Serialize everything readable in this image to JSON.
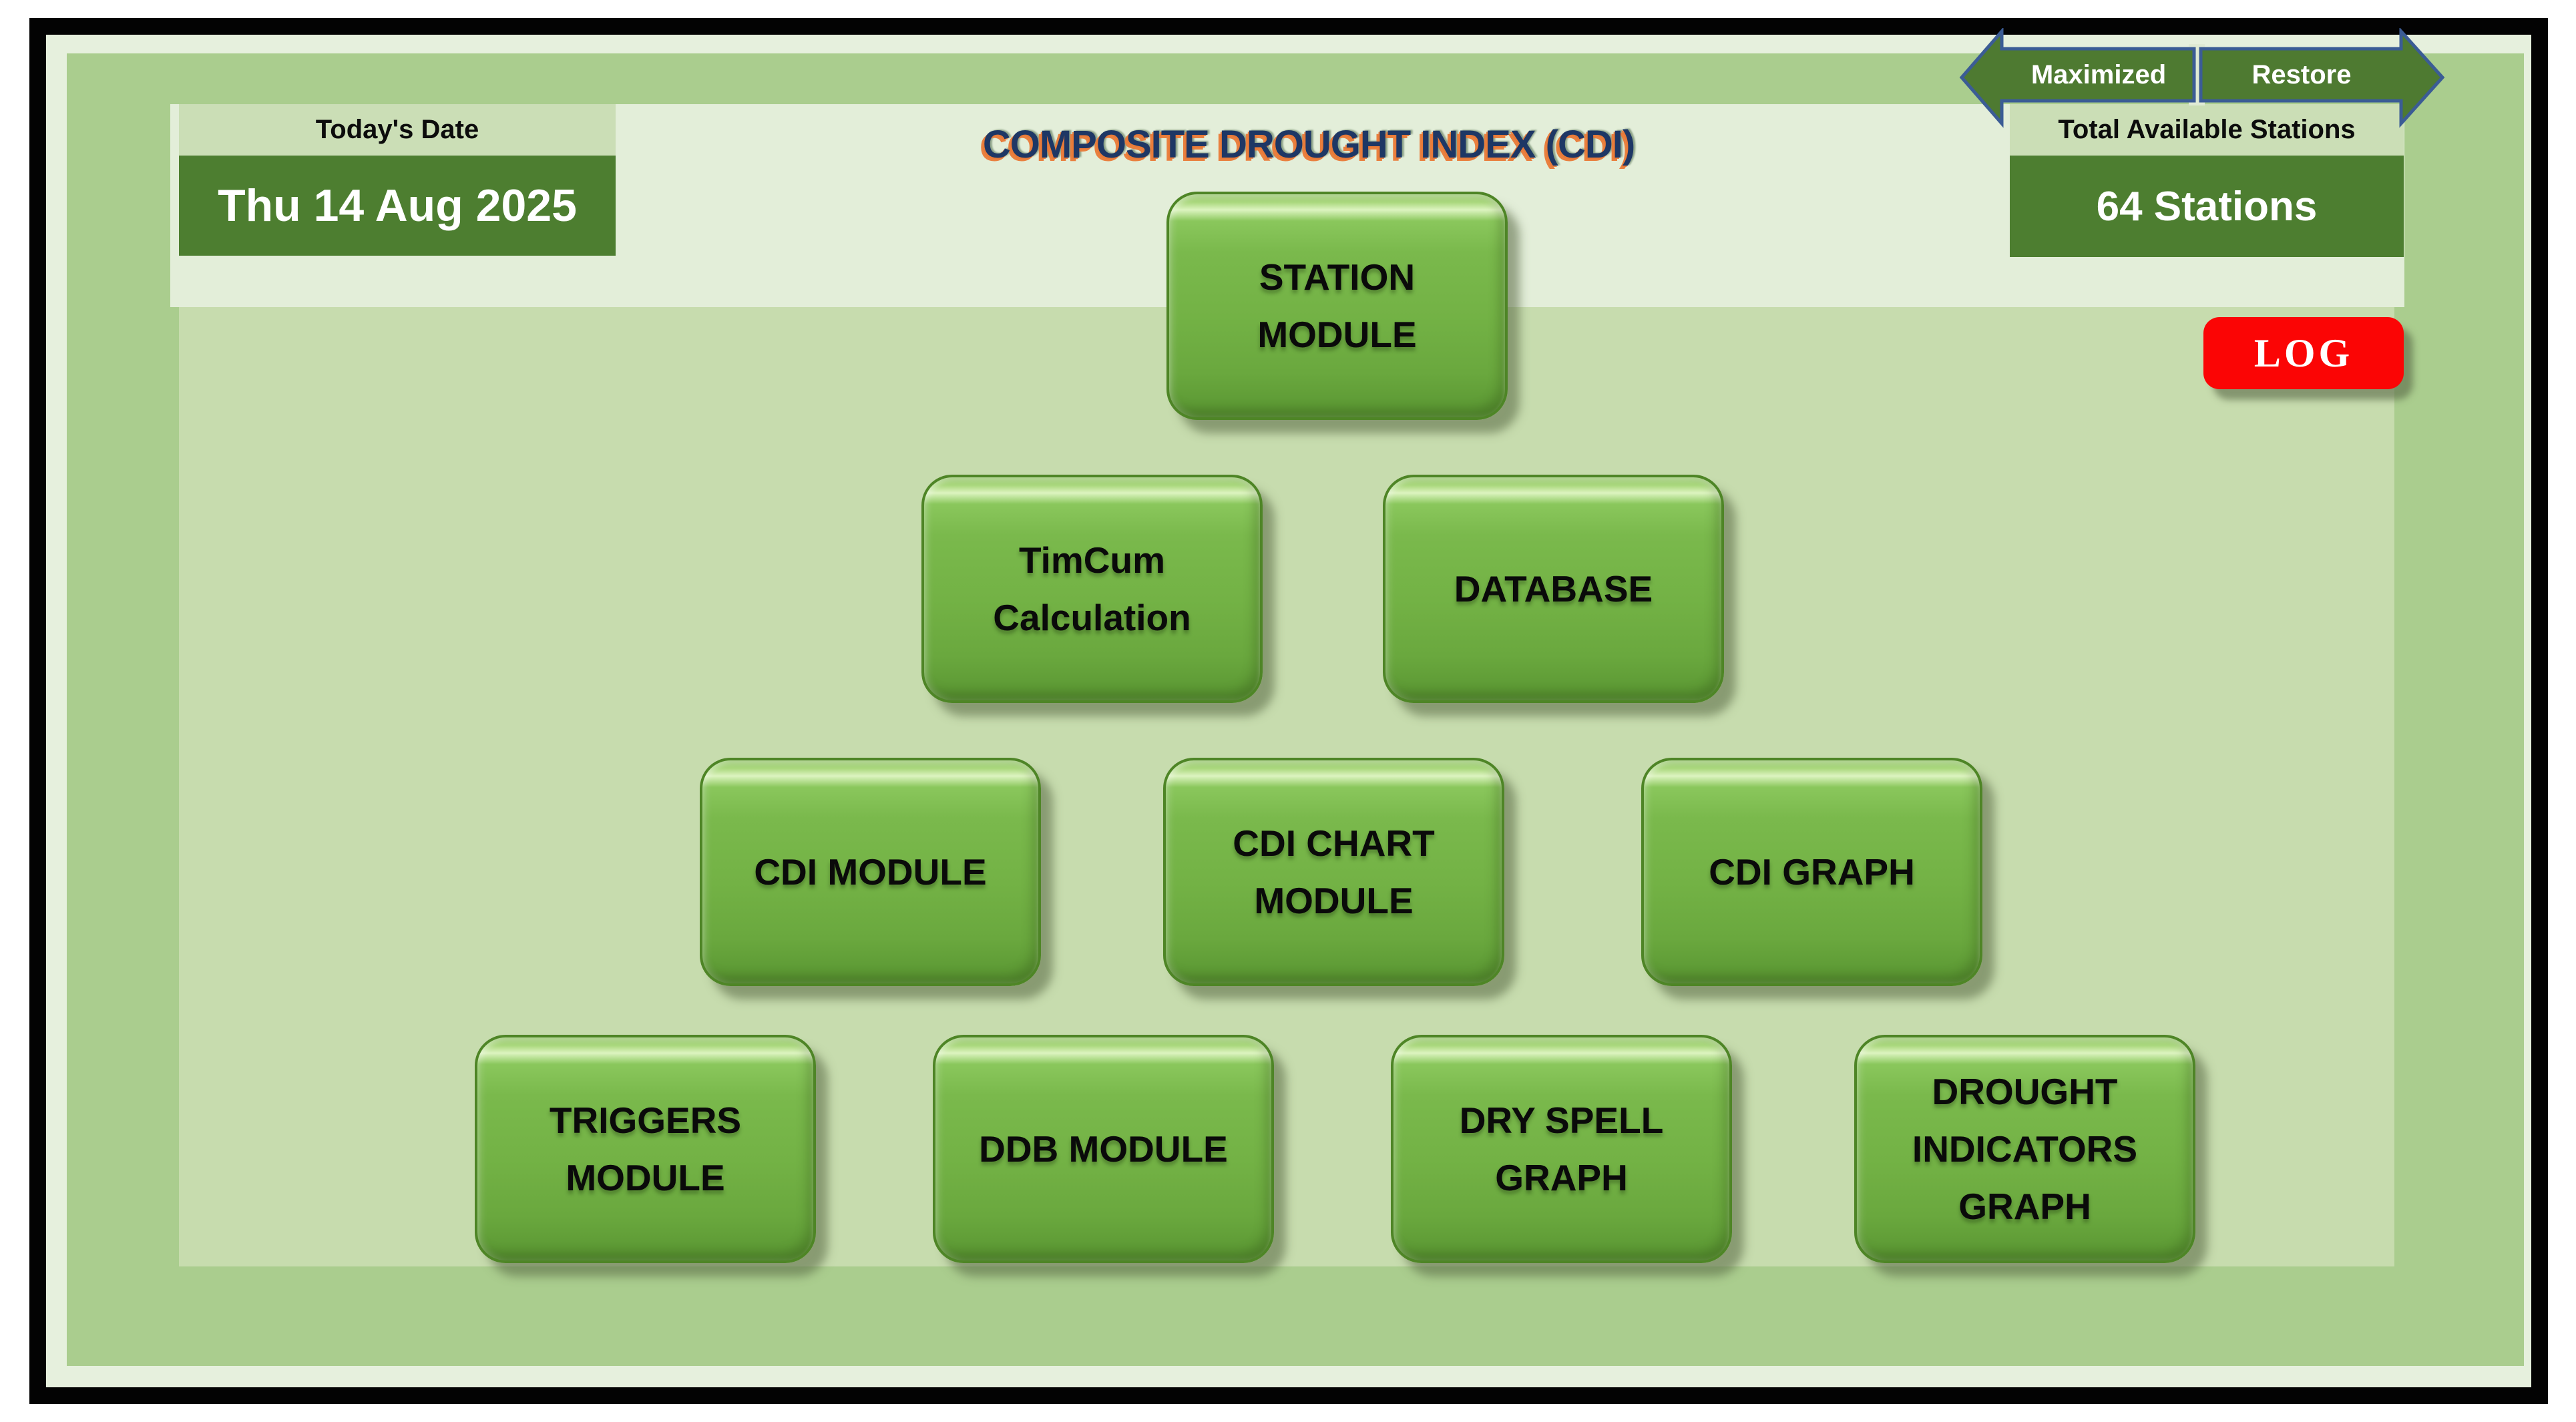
{
  "window": {
    "title": "COMPOSITE DROUGHT INDEX (CDI)"
  },
  "header": {
    "date_label": "Today's Date",
    "date_value": "Thu 14 Aug 2025",
    "stations_label": "Total Available Stations",
    "stations_value": "64 Stations",
    "maximize_label": "Maximized",
    "restore_label": "Restore",
    "log_label": "LOG"
  },
  "buttons": [
    {
      "id": "station-module",
      "label": "STATION\nMODULE"
    },
    {
      "id": "timcum-calculation",
      "label": "TimCum\nCalculation"
    },
    {
      "id": "database",
      "label": "DATABASE"
    },
    {
      "id": "cdi-module",
      "label": "CDI MODULE"
    },
    {
      "id": "cdi-chart-module",
      "label": "CDI CHART\nMODULE"
    },
    {
      "id": "cdi-graph",
      "label": "CDI GRAPH"
    },
    {
      "id": "triggers-module",
      "label": "TRIGGERS\nMODULE"
    },
    {
      "id": "ddb-module",
      "label": "DDB MODULE"
    },
    {
      "id": "dry-spell-graph",
      "label": "DRY SPELL\nGRAPH"
    },
    {
      "id": "drought-indicators-graph",
      "label": "DROUGHT\nINDICATORS\nGRAPH"
    }
  ],
  "colors": {
    "frame_green": "#aacd8e",
    "header_strip": "#e3eed9",
    "content_panel": "#c7dcae",
    "label_box": "#cbdeb6",
    "dark_green_box": "#4d7e30",
    "button_green": "#73b245",
    "button_border": "#4e8526",
    "arrow_fill": "#4e7a31",
    "arrow_border": "#3b5c95",
    "log_red": "#fb0505",
    "title_text": "#1e3765",
    "title_glow": "#e97937",
    "page_border": "#030303"
  }
}
